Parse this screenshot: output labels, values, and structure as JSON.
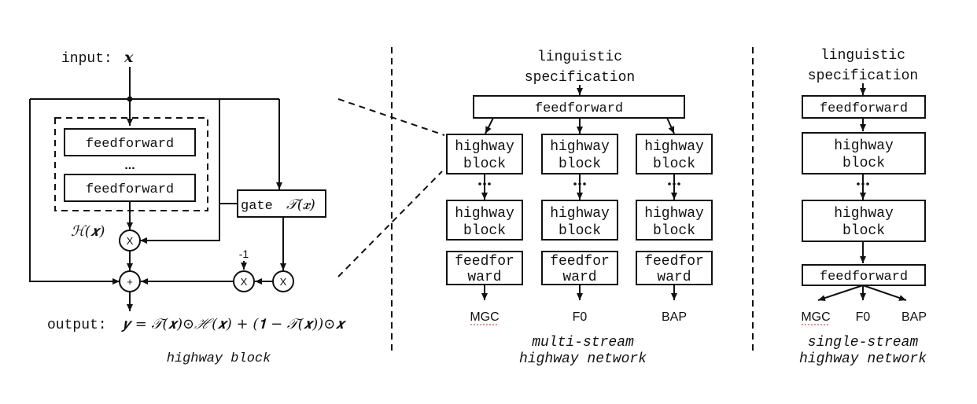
{
  "highway_block": {
    "input_label": "input:",
    "input_var": "x",
    "ff_top": "feedforward",
    "ellipsis": "...",
    "ff_bottom": "feedforward",
    "gate_label": "gate",
    "gate_fn": "𝒯(𝒙)",
    "h_label": "ℋ(𝒙)",
    "minus_one": "-1",
    "mult_symbol": "X",
    "plus_symbol": "+",
    "output_label": "output:",
    "output_formula": "𝒚 = 𝒯(𝒙)⊙ℋ(𝒙) + (𝟏 − 𝒯(𝒙))⊙𝒙",
    "caption": "highway block"
  },
  "multi_stream": {
    "input_line1": "linguistic",
    "input_line2": "specification",
    "ff_top": "feedforward",
    "columns": [
      {
        "hw1_a": "highway",
        "hw1_b": "block",
        "hw2_a": "highway",
        "hw2_b": "block",
        "ff_a": "feedfor",
        "ff_b": "ward",
        "output": "MGC"
      },
      {
        "hw1_a": "highway",
        "hw1_b": "block",
        "hw2_a": "highway",
        "hw2_b": "block",
        "ff_a": "feedfor",
        "ff_b": "ward",
        "output": "F0"
      },
      {
        "hw1_a": "highway",
        "hw1_b": "block",
        "hw2_a": "highway",
        "hw2_b": "block",
        "ff_a": "feedfor",
        "ff_b": "ward",
        "output": "BAP"
      }
    ],
    "caption_line1": "multi-stream",
    "caption_line2": "highway network"
  },
  "single_stream": {
    "input_line1": "linguistic",
    "input_line2": "specification",
    "ff_top": "feedforward",
    "hw1_a": "highway",
    "hw1_b": "block",
    "hw2_a": "highway",
    "hw2_b": "block",
    "ff_bottom": "feedforward",
    "outputs": [
      "MGC",
      "F0",
      "BAP"
    ],
    "caption_line1": "single-stream",
    "caption_line2": "highway network"
  }
}
